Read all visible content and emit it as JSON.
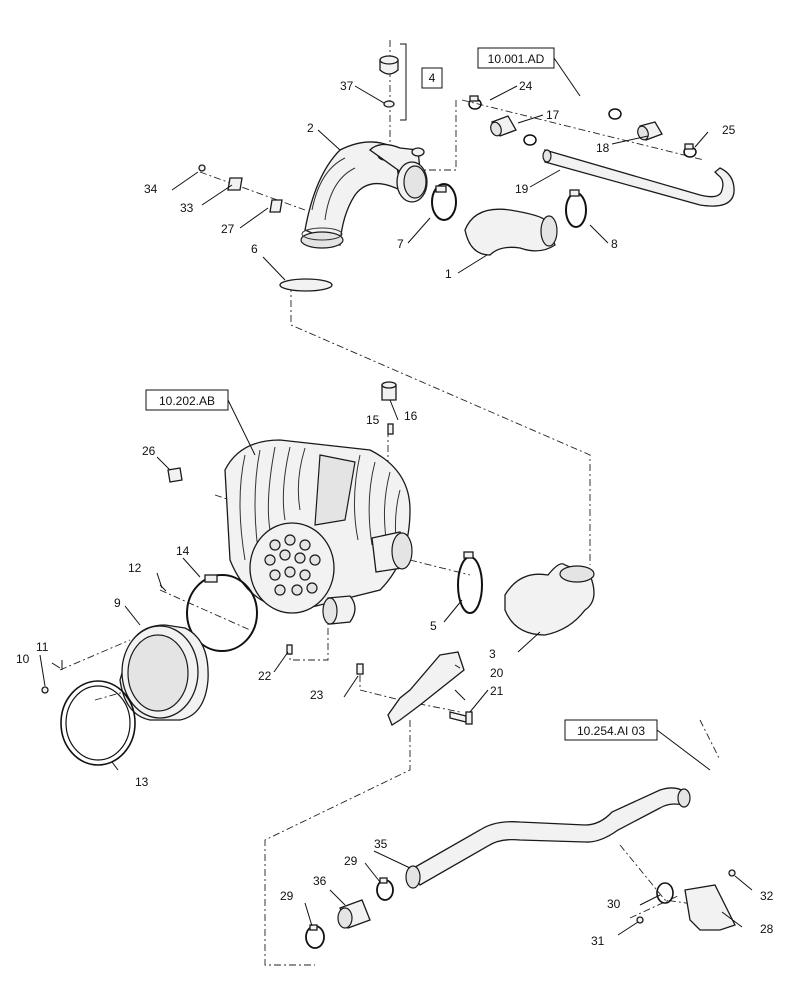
{
  "refs": {
    "r_10001": "10.001.AD",
    "r_10202": "10.202.AB",
    "r_10254": "10.254.AI 03",
    "note_4": "4"
  },
  "callouts": {
    "c1": "1",
    "c2": "2",
    "c3": "3",
    "c5": "5",
    "c6": "6",
    "c7": "7",
    "c8": "8",
    "c9": "9",
    "c10": "10",
    "c11": "11",
    "c12": "12",
    "c13": "13",
    "c14": "14",
    "c15": "15",
    "c16": "16",
    "c17": "17",
    "c18": "18",
    "c19": "19",
    "c20": "20",
    "c21": "21",
    "c22": "22",
    "c23": "23",
    "c24": "24",
    "c25": "25",
    "c26": "26",
    "c27": "27",
    "c28": "28",
    "c29a": "29",
    "c29b": "29",
    "c30": "30",
    "c31": "31",
    "c32": "32",
    "c33": "33",
    "c34": "34",
    "c35": "35",
    "c36": "36",
    "c37": "37"
  }
}
